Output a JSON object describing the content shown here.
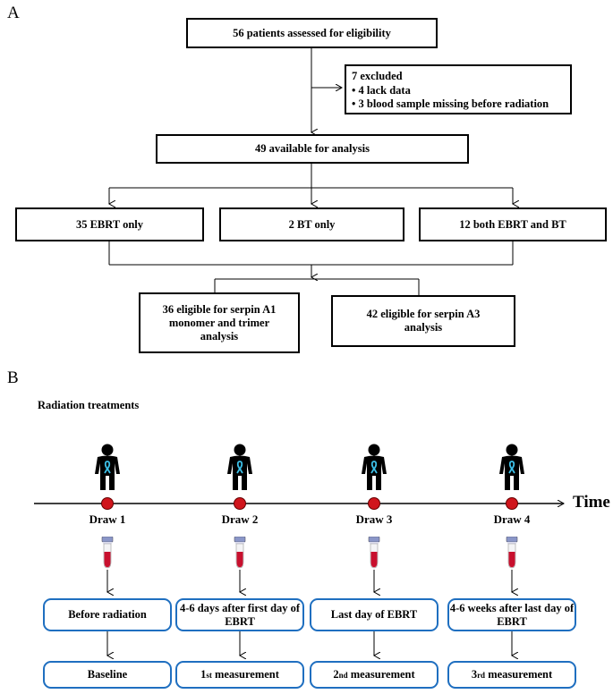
{
  "panel_a": {
    "label": "A",
    "assessed": "56 patients assessed for eligibility",
    "excluded": {
      "title": "7 excluded",
      "items": [
        "• 4 lack data",
        "• 3 blood sample missing before radiation"
      ]
    },
    "available": "49 available for analysis",
    "groups": [
      "35 EBRT only",
      "2 BT only",
      "12 both EBRT and BT"
    ],
    "eligible_a1": "36 eligible for serpin A1 monomer and trimer analysis",
    "eligible_a3": "42 eligible for serpin A3 analysis"
  },
  "panel_b": {
    "label": "B",
    "title": "Radiation treatments",
    "axis_label": "Time",
    "draws": [
      {
        "label": "Draw 1",
        "timing": "Before radiation",
        "measure_main": "Baseline",
        "measure_sup": "",
        "measure_rest": ""
      },
      {
        "label": "Draw 2",
        "timing": "4-6 days after first day of EBRT",
        "measure_main": "1",
        "measure_sup": "st",
        "measure_rest": " measurement"
      },
      {
        "label": "Draw 3",
        "timing": "Last day of EBRT",
        "measure_main": "2",
        "measure_sup": "nd",
        "measure_rest": " measurement"
      },
      {
        "label": "Draw 4",
        "timing": "4-6 weeks after last day of EBRT",
        "measure_main": "3",
        "measure_sup": "rd",
        "measure_rest": " measurement"
      }
    ],
    "colors": {
      "timeline_dot": "#d0151c",
      "box_border": "#1f6fc0",
      "ribbon": "#3cc0e8",
      "tube_blood": "#c8102e",
      "tube_cap": "#8a96c8"
    }
  }
}
